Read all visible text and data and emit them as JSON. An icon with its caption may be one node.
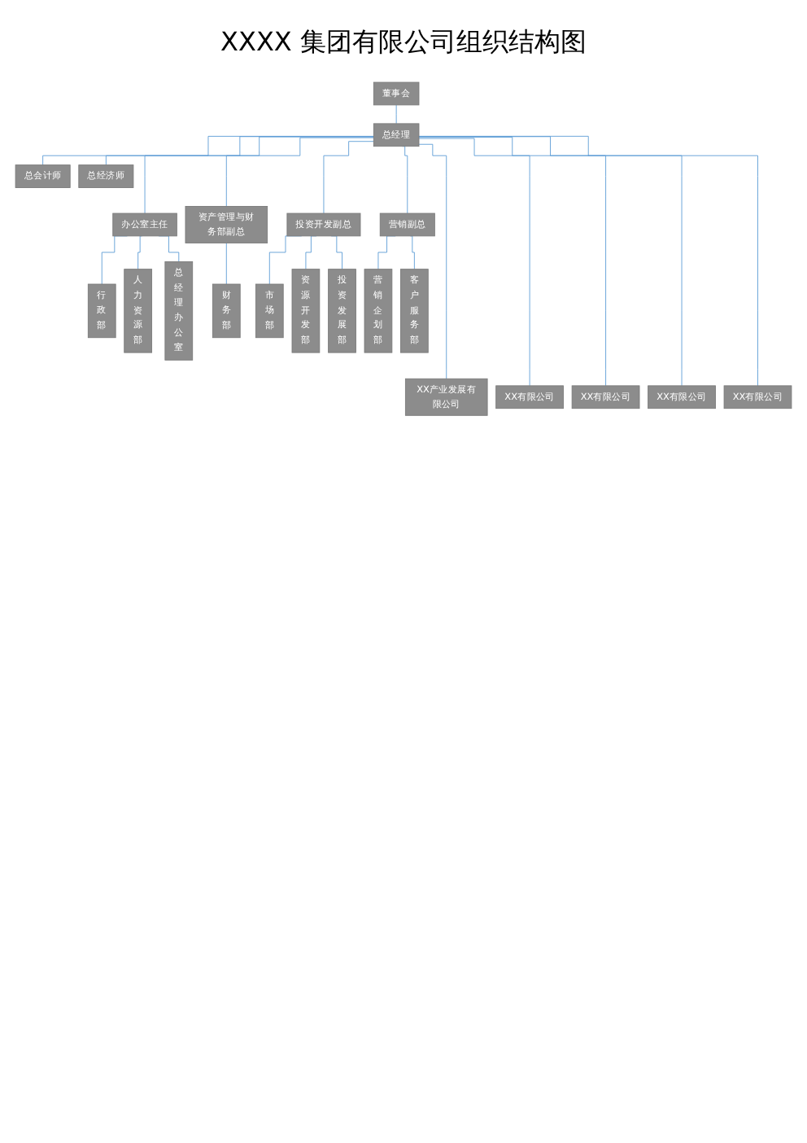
{
  "diagram": {
    "title": "XXXX 集团有限公司组织结构图",
    "nodes": [
      {
        "text": [
          "董事会"
        ]
      },
      {
        "text": [
          "总经理"
        ]
      },
      {
        "text": [
          "总会计师"
        ]
      },
      {
        "text": [
          "总经济师"
        ]
      },
      {
        "text": [
          "办公室主任"
        ]
      },
      {
        "text": [
          "资产管理与财务部副总"
        ]
      },
      {
        "text": [
          "投资开发副总"
        ]
      },
      {
        "text": [
          "营销副总"
        ]
      },
      {
        "text": [
          "行政部"
        ]
      },
      {
        "text": [
          "人力资源部"
        ]
      },
      {
        "text": [
          "总经理办公室"
        ]
      },
      {
        "text": [
          "财务部"
        ]
      },
      {
        "text": [
          "市场部"
        ]
      },
      {
        "text": [
          "资源开发部"
        ]
      },
      {
        "text": [
          "投资发展部"
        ]
      },
      {
        "text": [
          "营销企划部"
        ]
      },
      {
        "text": [
          "客户服务部"
        ]
      },
      {
        "text": [
          "XX产业发展有限公司"
        ]
      },
      {
        "text": [
          "XX有限公司"
        ]
      },
      {
        "text": [
          "XX有限公司"
        ]
      },
      {
        "text": [
          "XX有限公司"
        ]
      },
      {
        "text": [
          "XX有限公司"
        ]
      }
    ],
    "edges": [
      {
        "from": 0,
        "to": 1,
        "arrow": "none"
      },
      {
        "from": 1,
        "to": 2,
        "arrow": "none"
      },
      {
        "from": 1,
        "to": 3,
        "arrow": "none"
      },
      {
        "from": 1,
        "to": 4,
        "arrow": "none"
      },
      {
        "from": 1,
        "to": 5,
        "arrow": "none"
      },
      {
        "from": 1,
        "to": 6,
        "arrow": "none"
      },
      {
        "from": 1,
        "to": 7,
        "arrow": "none"
      },
      {
        "from": 4,
        "to": 8,
        "arrow": "none"
      },
      {
        "from": 4,
        "to": 9,
        "arrow": "none"
      },
      {
        "from": 4,
        "to": 10,
        "arrow": "none"
      },
      {
        "from": 5,
        "to": 11,
        "arrow": "none"
      },
      {
        "from": 6,
        "to": 12,
        "arrow": "none"
      },
      {
        "from": 6,
        "to": 13,
        "arrow": "none"
      },
      {
        "from": 6,
        "to": 14,
        "arrow": "none"
      },
      {
        "from": 7,
        "to": 15,
        "arrow": "none"
      },
      {
        "from": 7,
        "to": 16,
        "arrow": "none"
      },
      {
        "from": 1,
        "to": 17,
        "arrow": "none"
      },
      {
        "from": 1,
        "to": 18,
        "arrow": "none"
      },
      {
        "from": 1,
        "to": 19,
        "arrow": "none"
      },
      {
        "from": 1,
        "to": 20,
        "arrow": "none"
      },
      {
        "from": 1,
        "to": 21,
        "arrow": "none"
      }
    ]
  }
}
